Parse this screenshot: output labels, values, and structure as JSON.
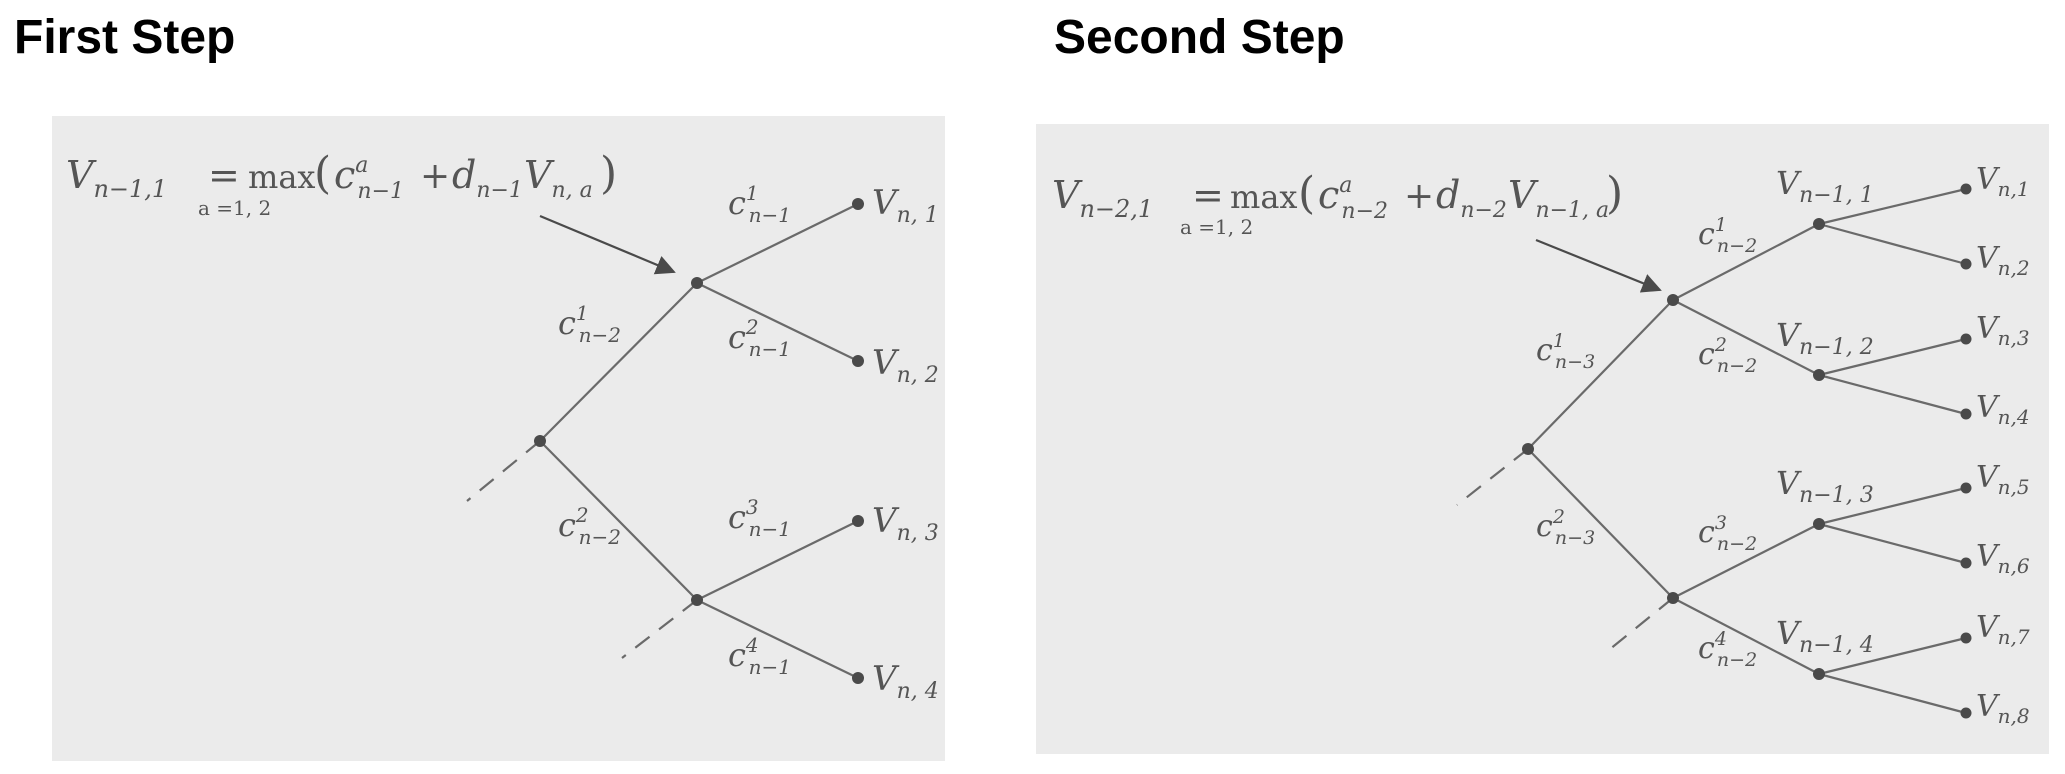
{
  "headings": {
    "first": "First Step",
    "second": "Second Step"
  },
  "first_step": {
    "formula": {
      "lhs": "V",
      "lhs_sub": "n−1,1",
      "eq": "=",
      "max": "max",
      "max_sub": "a =1, 2",
      "lp": "(",
      "c": "c",
      "c_sup": "a",
      "c_sub": "n−1",
      "plus": "+",
      "d": "d",
      "d_sub": "n−1",
      "v": "V",
      "v_sub": "n, a",
      "rp": ")"
    },
    "edges": {
      "c1": {
        "c": "c",
        "sup": "1",
        "sub": "n−1"
      },
      "c2": {
        "c": "c",
        "sup": "2",
        "sub": "n−1"
      },
      "c3": {
        "c": "c",
        "sup": "3",
        "sub": "n−1"
      },
      "c4": {
        "c": "c",
        "sup": "4",
        "sub": "n−1"
      },
      "b1": {
        "c": "c",
        "sup": "1",
        "sub": "n−2"
      },
      "b2": {
        "c": "c",
        "sup": "2",
        "sub": "n−2"
      }
    },
    "leaves": [
      {
        "v": "V",
        "sub": "n, 1"
      },
      {
        "v": "V",
        "sub": "n, 2"
      },
      {
        "v": "V",
        "sub": "n, 3"
      },
      {
        "v": "V",
        "sub": "n, 4"
      }
    ]
  },
  "second_step": {
    "formula": {
      "lhs": "V",
      "lhs_sub": "n−2,1",
      "eq": "=",
      "max": "max",
      "max_sub": "a =1, 2",
      "lp": "(",
      "c": "c",
      "c_sup": "a",
      "c_sub": "n−2",
      "plus": "+",
      "d": "d",
      "d_sub": "n−2",
      "v": "V",
      "v_sub": "n−1, a",
      "rp": ")"
    },
    "edges": {
      "c1": {
        "c": "c",
        "sup": "1",
        "sub": "n−2"
      },
      "c2": {
        "c": "c",
        "sup": "2",
        "sub": "n−2"
      },
      "c3": {
        "c": "c",
        "sup": "3",
        "sub": "n−2"
      },
      "c4": {
        "c": "c",
        "sup": "4",
        "sub": "n−2"
      },
      "b1": {
        "c": "c",
        "sup": "1",
        "sub": "n−3"
      },
      "b2": {
        "c": "c",
        "sup": "2",
        "sub": "n−3"
      }
    },
    "mid": [
      {
        "v": "V",
        "sub": "n−1, 1"
      },
      {
        "v": "V",
        "sub": "n−1, 2"
      },
      {
        "v": "V",
        "sub": "n−1, 3"
      },
      {
        "v": "V",
        "sub": "n−1, 4"
      }
    ],
    "leaves": [
      {
        "v": "V",
        "sub": "n,1"
      },
      {
        "v": "V",
        "sub": "n,2"
      },
      {
        "v": "V",
        "sub": "n,3"
      },
      {
        "v": "V",
        "sub": "n,4"
      },
      {
        "v": "V",
        "sub": "n,5"
      },
      {
        "v": "V",
        "sub": "n,6"
      },
      {
        "v": "V",
        "sub": "n,7"
      },
      {
        "v": "V",
        "sub": "n,8"
      }
    ]
  },
  "colors": {
    "panel": "#ebebeb",
    "line": "#6a6a6a",
    "text": "#555555",
    "node": "#4a4a4a"
  }
}
